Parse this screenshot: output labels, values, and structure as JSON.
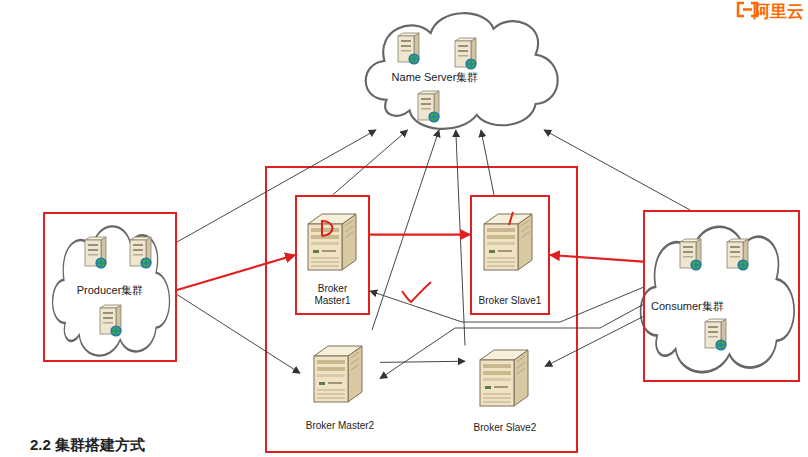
{
  "diagram": {
    "nodes": [
      {
        "text": [
          "Name Server集群"
        ]
      },
      {
        "text": [
          "Producer集群"
        ]
      },
      {
        "text": [
          "Broker Master1"
        ]
      },
      {
        "text": [
          "Broker Slave1"
        ]
      },
      {
        "text": [
          "Broker Master2"
        ]
      },
      {
        "text": [
          "Broker Slave2"
        ]
      },
      {
        "text": [
          "Consumer集群"
        ]
      }
    ],
    "edges": [
      {
        "from": 1,
        "to": 0,
        "arrow": "to"
      },
      {
        "from": 1,
        "to": 2,
        "arrow": "to"
      },
      {
        "from": 1,
        "to": 4,
        "arrow": "to"
      },
      {
        "from": 2,
        "to": 0,
        "arrow": "to"
      },
      {
        "from": 3,
        "to": 0,
        "arrow": "to"
      },
      {
        "from": 4,
        "to": 0,
        "arrow": "to"
      },
      {
        "from": 5,
        "to": 0,
        "arrow": "to"
      },
      {
        "from": 2,
        "to": 3,
        "arrow": "to"
      },
      {
        "from": 4,
        "to": 5,
        "arrow": "to"
      },
      {
        "from": 6,
        "to": 0,
        "arrow": "to"
      },
      {
        "from": 6,
        "to": 2,
        "arrow": "to"
      },
      {
        "from": 6,
        "to": 3,
        "arrow": "to"
      },
      {
        "from": 6,
        "to": 4,
        "arrow": "to"
      },
      {
        "from": 6,
        "to": 5,
        "arrow": "to"
      }
    ],
    "labels": [
      "阿里云",
      "2.2 集群搭建方式"
    ]
  }
}
